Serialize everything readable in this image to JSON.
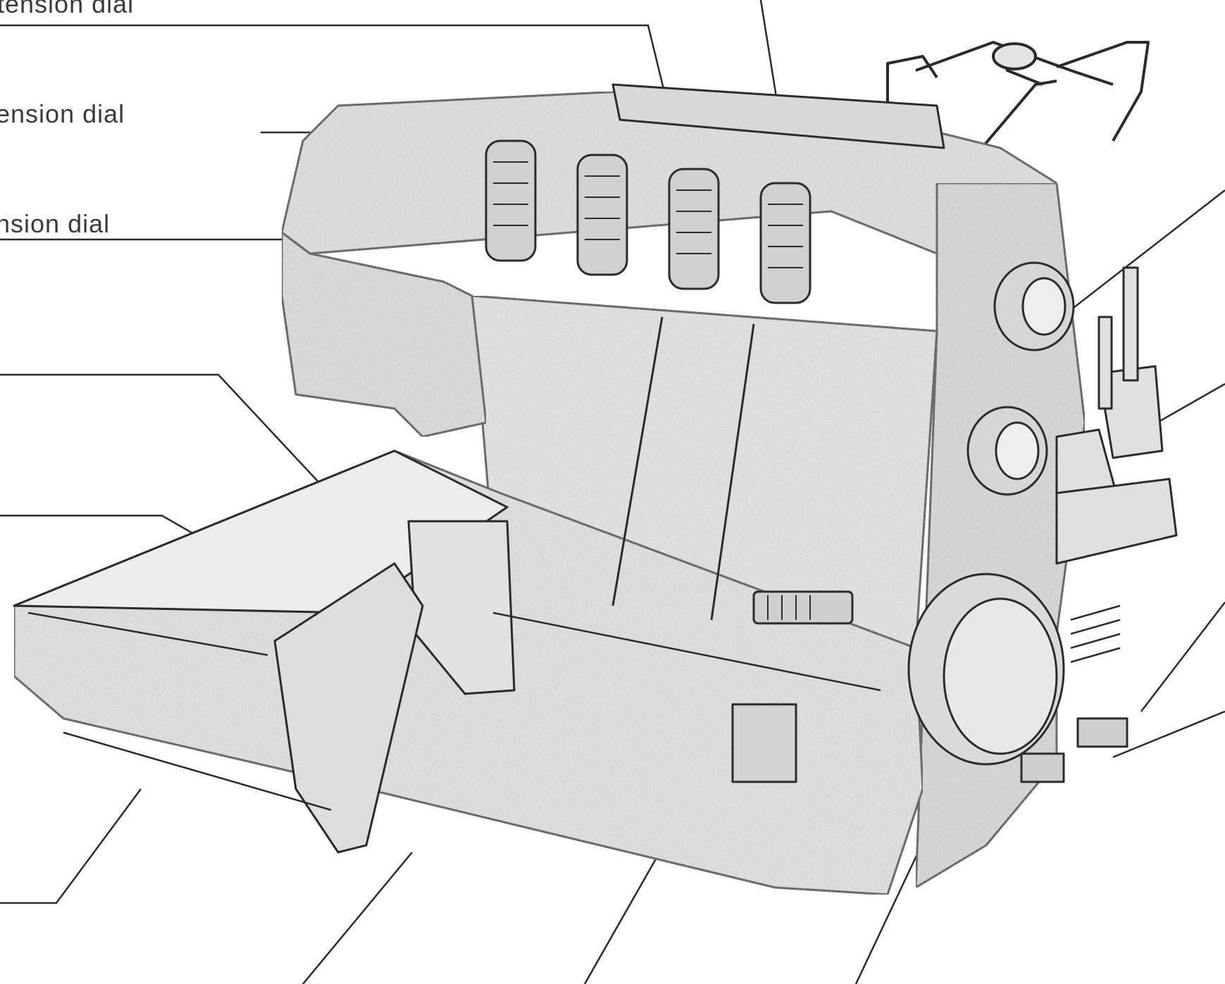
{
  "labels": {
    "top_left_1": "tension dial",
    "top_left_2": "ension dial",
    "top_left_3": "nsion dial"
  },
  "colors": {
    "line": "#2b2b2b",
    "body_fill": "#e4e4e4",
    "body_fill_dark": "#cfcfcf",
    "text": "#3a3a3a"
  }
}
